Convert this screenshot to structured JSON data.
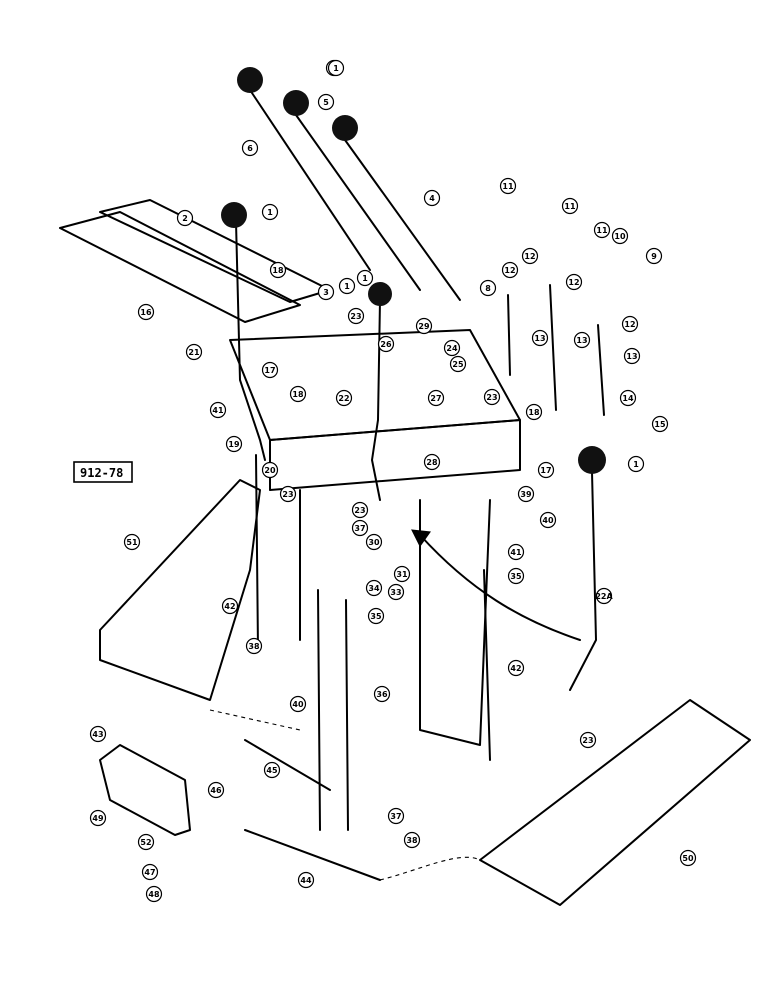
{
  "diagram": {
    "drawing_number": "912-78",
    "callout_labels": [
      "1",
      "1",
      "1",
      "1",
      "1",
      "1",
      "2",
      "3",
      "4",
      "5",
      "6",
      "8",
      "9",
      "10",
      "11",
      "11",
      "11",
      "12",
      "12",
      "12",
      "12",
      "13",
      "13",
      "13",
      "14",
      "15",
      "16",
      "17",
      "17",
      "18",
      "18",
      "18",
      "19",
      "20",
      "21",
      "22",
      "22A",
      "23",
      "23",
      "23",
      "23",
      "23",
      "24",
      "25",
      "26",
      "27",
      "28",
      "29",
      "30",
      "31",
      "33",
      "34",
      "35",
      "35",
      "36",
      "37",
      "37",
      "38",
      "38",
      "39",
      "40",
      "40",
      "41",
      "41",
      "42",
      "42",
      "43",
      "44",
      "45",
      "46",
      "47",
      "48",
      "49",
      "50",
      "51",
      "52"
    ]
  },
  "colors": {
    "ink": "#000000",
    "paper": "#ffffff",
    "knob": "#111111"
  }
}
